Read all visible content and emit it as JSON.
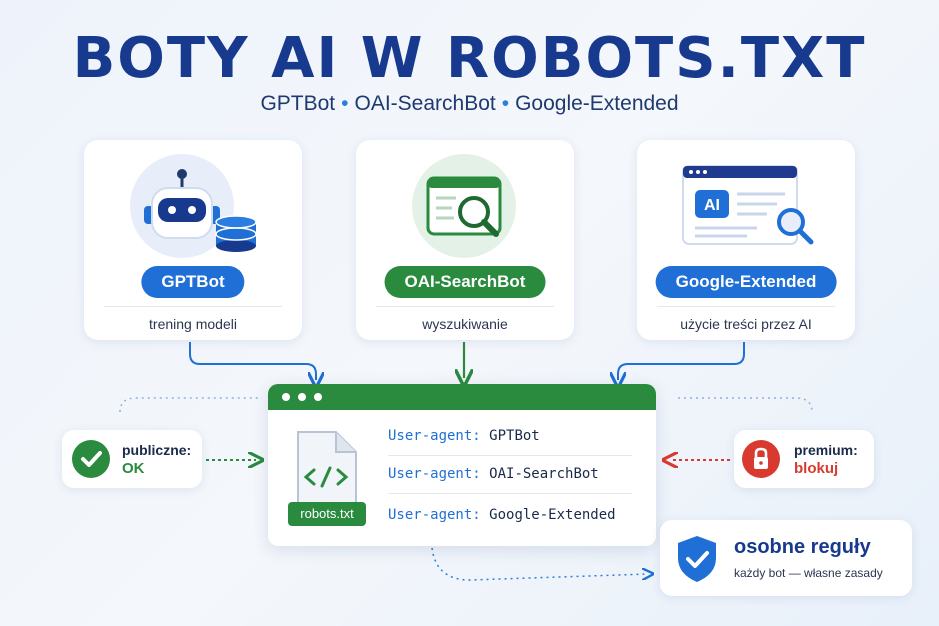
{
  "header": {
    "title": "BOTY AI W ROBOTS.TXT",
    "subtitle_items": [
      "GPTBot",
      "OAI-SearchBot",
      "Google-Extended"
    ],
    "separator": "•"
  },
  "cards": [
    {
      "name": "GPTBot",
      "desc": "trening modeli",
      "icon": "robot-database-icon",
      "color": "#1f6fd6"
    },
    {
      "name": "OAI-SearchBot",
      "desc": "wyszukiwanie",
      "icon": "search-window-icon",
      "color": "#2a8a3e"
    },
    {
      "name": "Google-Extended",
      "desc": "użycie treści przez AI",
      "icon": "ai-browser-search-icon",
      "color": "#1f6fd6"
    }
  ],
  "robots": {
    "file_label": "robots.txt",
    "file_icon": "code-file-icon",
    "key": "User-agent:",
    "agents": [
      "GPTBot",
      "OAI-SearchBot",
      "Google-Extended"
    ]
  },
  "public": {
    "line1": "publiczne:",
    "line2": "OK",
    "icon": "check-icon",
    "color": "#2a8a3e"
  },
  "premium": {
    "line1": "premium:",
    "line2": "blokuj",
    "icon": "lock-icon",
    "color": "#d93a30"
  },
  "rules": {
    "title": "osobne reguły",
    "subtitle": "każdy bot — własne zasady",
    "icon": "shield-check-icon"
  }
}
